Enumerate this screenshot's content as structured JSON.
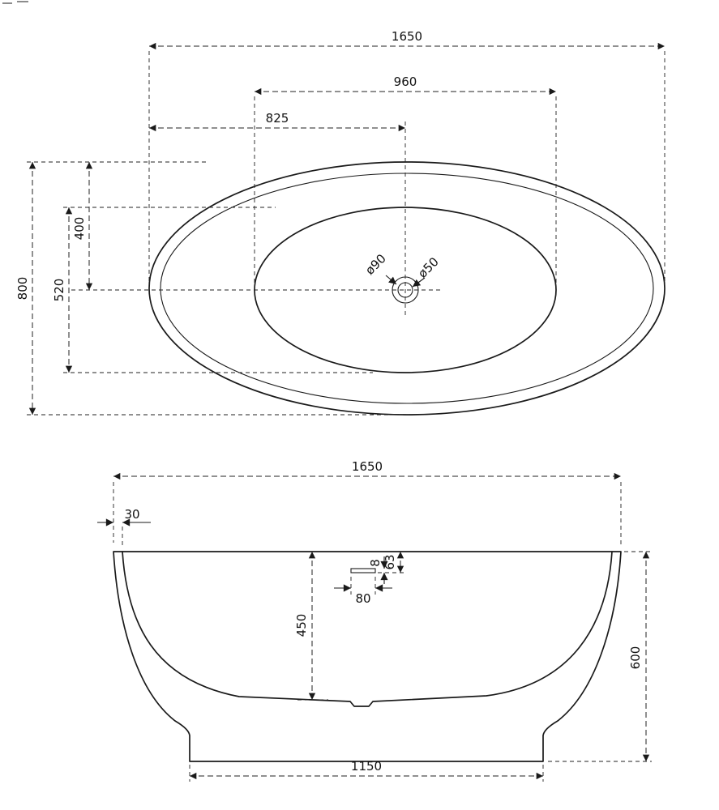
{
  "drawing": {
    "views": {
      "top": {
        "total_length": "1650",
        "basin_length": "960",
        "drain_center_from_left": "825",
        "total_width": "800",
        "basin_width": "520",
        "drain_center_from_front": "400",
        "drain_outer_diameter": "ø90",
        "drain_hole_diameter": "ø50"
      },
      "side": {
        "total_length": "1650",
        "rim_thickness": "30",
        "inner_depth": "450",
        "total_height": "600",
        "base_length": "1150",
        "overflow_width": "80",
        "overflow_height": "8",
        "overflow_top_offset": "63"
      }
    }
  }
}
